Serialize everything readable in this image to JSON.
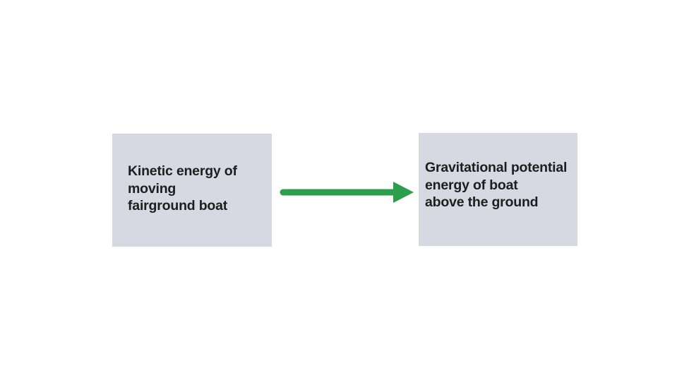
{
  "canvas": {
    "background": "#ffffff"
  },
  "diagram": {
    "left_box": {
      "lines": [
        "Kinetic energy of",
        "moving",
        "fairground boat"
      ],
      "fill": "#d8d8e3",
      "text_color": "#1e1e1e"
    },
    "arrow": {
      "icon": "arrow-right-icon",
      "color": "#2d9e4b"
    },
    "right_box": {
      "lines": [
        "Gravitational potential",
        "energy of boat",
        "above the ground"
      ],
      "fill": "#d8d8e3",
      "text_color": "#1e1e1e"
    }
  }
}
